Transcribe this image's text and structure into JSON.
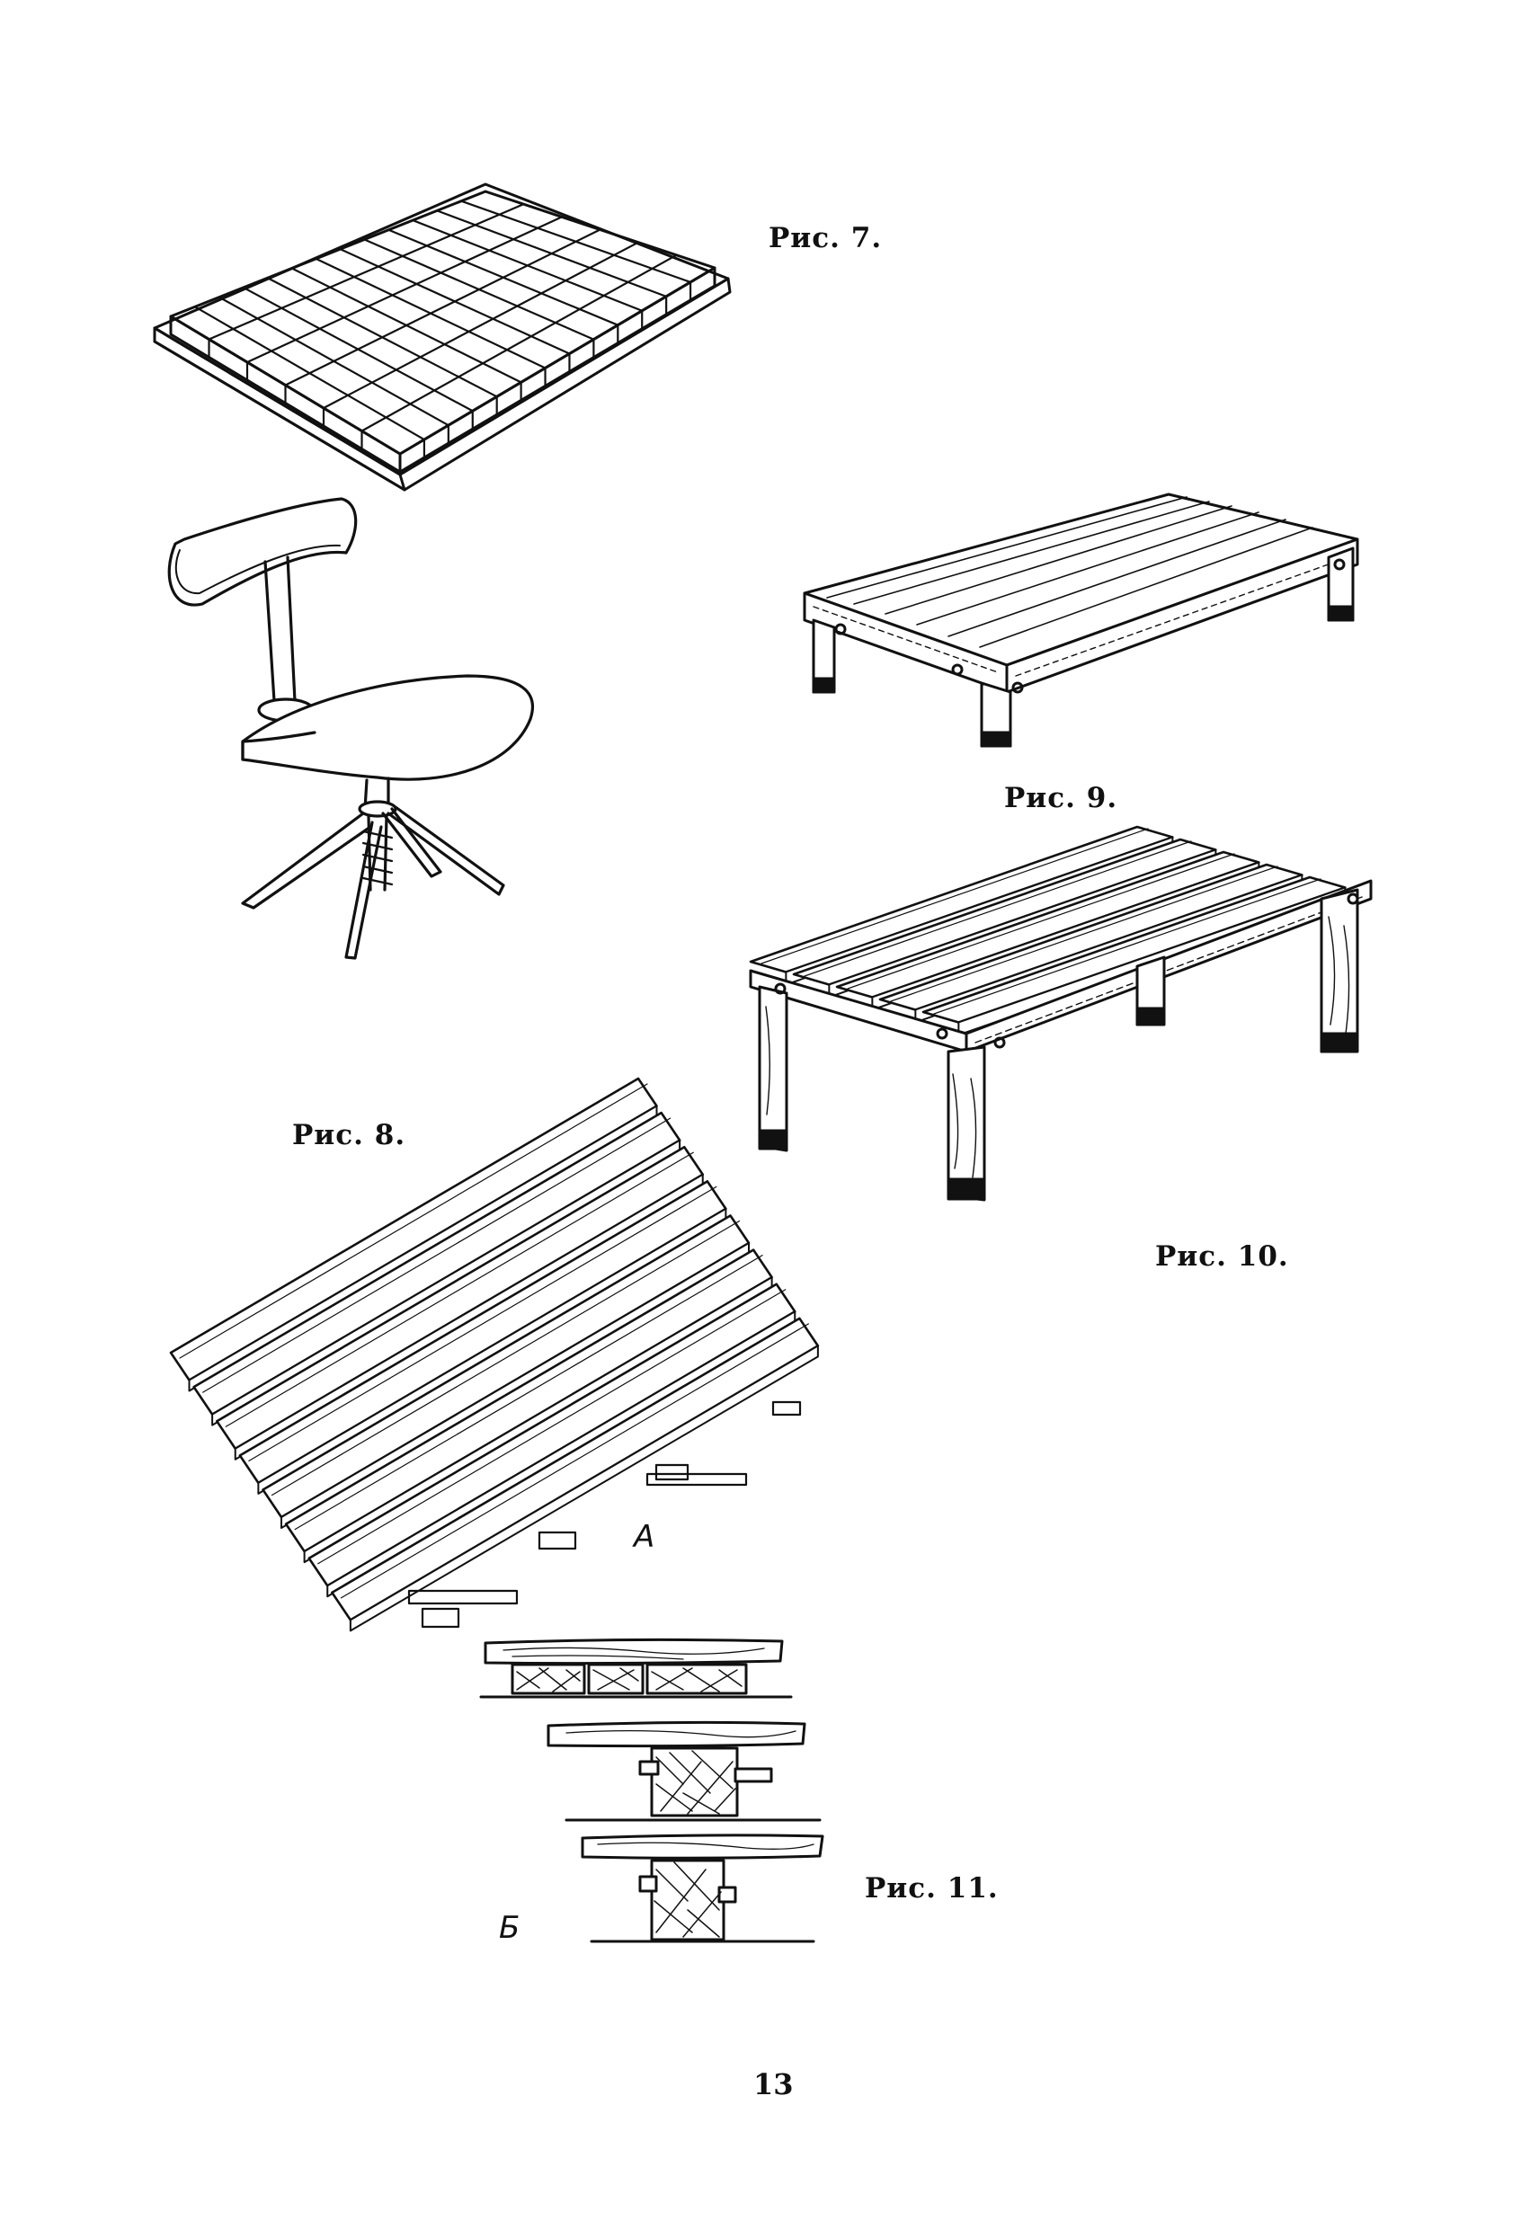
{
  "figures": {
    "fig7": {
      "caption": "Рис. 7."
    },
    "fig8": {
      "caption": "Рис. 8."
    },
    "fig9": {
      "caption": "Рис. 9."
    },
    "fig10": {
      "caption": "Рис. 10."
    },
    "fig11": {
      "caption": "Рис. 11.",
      "label_a": "А",
      "label_b": "Б"
    }
  },
  "page_number": "13"
}
